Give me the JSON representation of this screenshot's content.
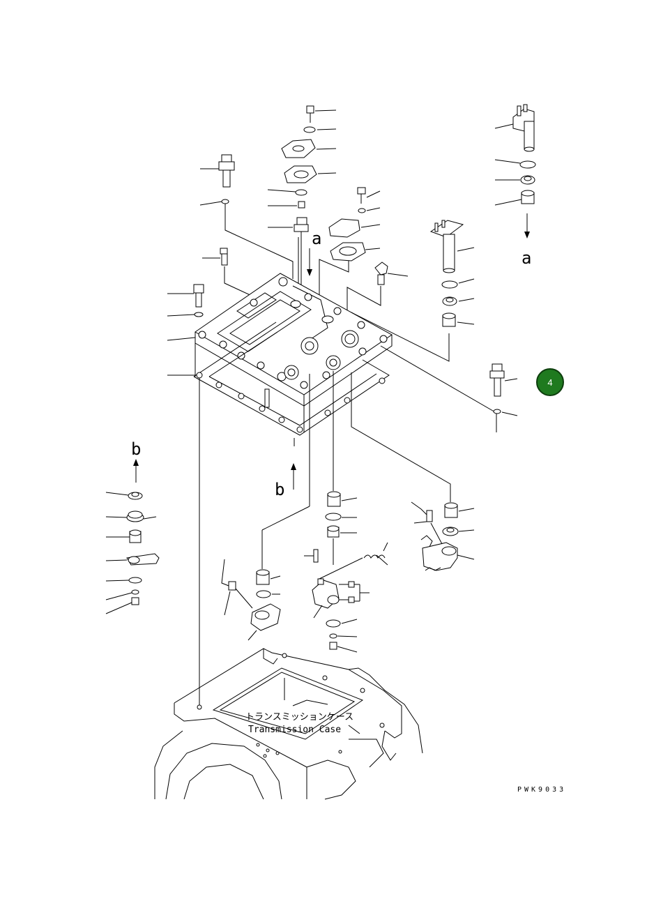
{
  "labels": {
    "view_a_top": "a",
    "view_a_right": "a",
    "view_b_left": "b",
    "view_b_bottom": "b",
    "case_jp": "トランスミッションケース",
    "case_en": "Transmission Case"
  },
  "badge": {
    "text": "4",
    "color": "#1f7a1f"
  },
  "drawing_code": "PWK9033"
}
